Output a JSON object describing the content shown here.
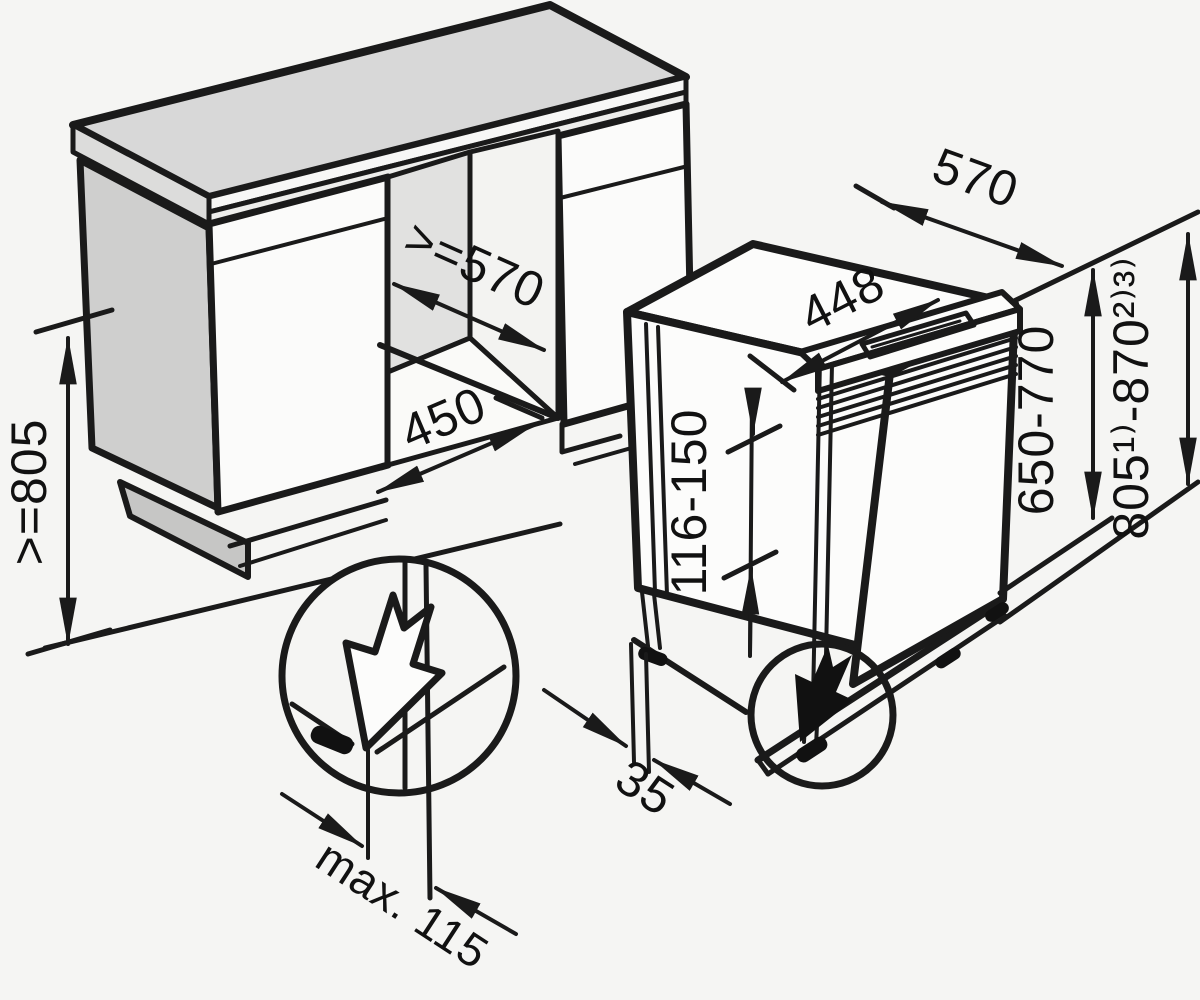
{
  "figure": {
    "type": "installation-diagram",
    "subject": "Built-under dishwasher niche and appliance dimensions (mm)",
    "colors": {
      "line": "#1a1a1a",
      "background": "#f5f5f3",
      "counter_top": "#d8d8d8",
      "counter_side": "#cfcfce",
      "counter_front": "#fbfbfa",
      "niche_back": "#e1e1e0",
      "appliance_face": "#fcfcfb"
    },
    "dimensions": {
      "niche_height": ">=805",
      "niche_depth": ">=570",
      "niche_width": "450",
      "appliance_depth": "570",
      "appliance_width": "448",
      "control_panel_height": "116-150",
      "door_height": "650-770",
      "appliance_height": "805¹⁾-870²⁾³⁾",
      "base_recess": "35",
      "plinth_depth": "max. 115"
    }
  }
}
